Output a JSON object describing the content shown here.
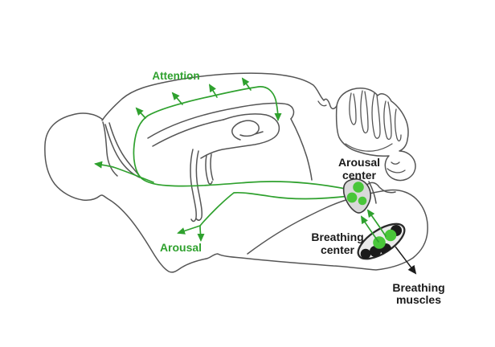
{
  "figure": {
    "type": "brain-pathway-diagram",
    "background": "#ffffff",
    "colors": {
      "pathway_green": "#2fa12e",
      "neuron_green": "#49c639",
      "neuron_black": "#1b1b1b",
      "outline_gray": "#555555",
      "region_outline": "#333333",
      "region_fill_arousal": "#d9d9d9",
      "region_fill_breathing": "#ebebeb",
      "label_black": "#1a1a1a"
    },
    "labels": {
      "attention": "Attention",
      "arousal": "Arousal",
      "arousal_center_line1": "Arousal",
      "arousal_center_line2": "center",
      "breathing_center_line1": "Breathing",
      "breathing_center_line2": "center",
      "breathing_muscles_line1": "Breathing",
      "breathing_muscles_line2": "muscles"
    }
  }
}
